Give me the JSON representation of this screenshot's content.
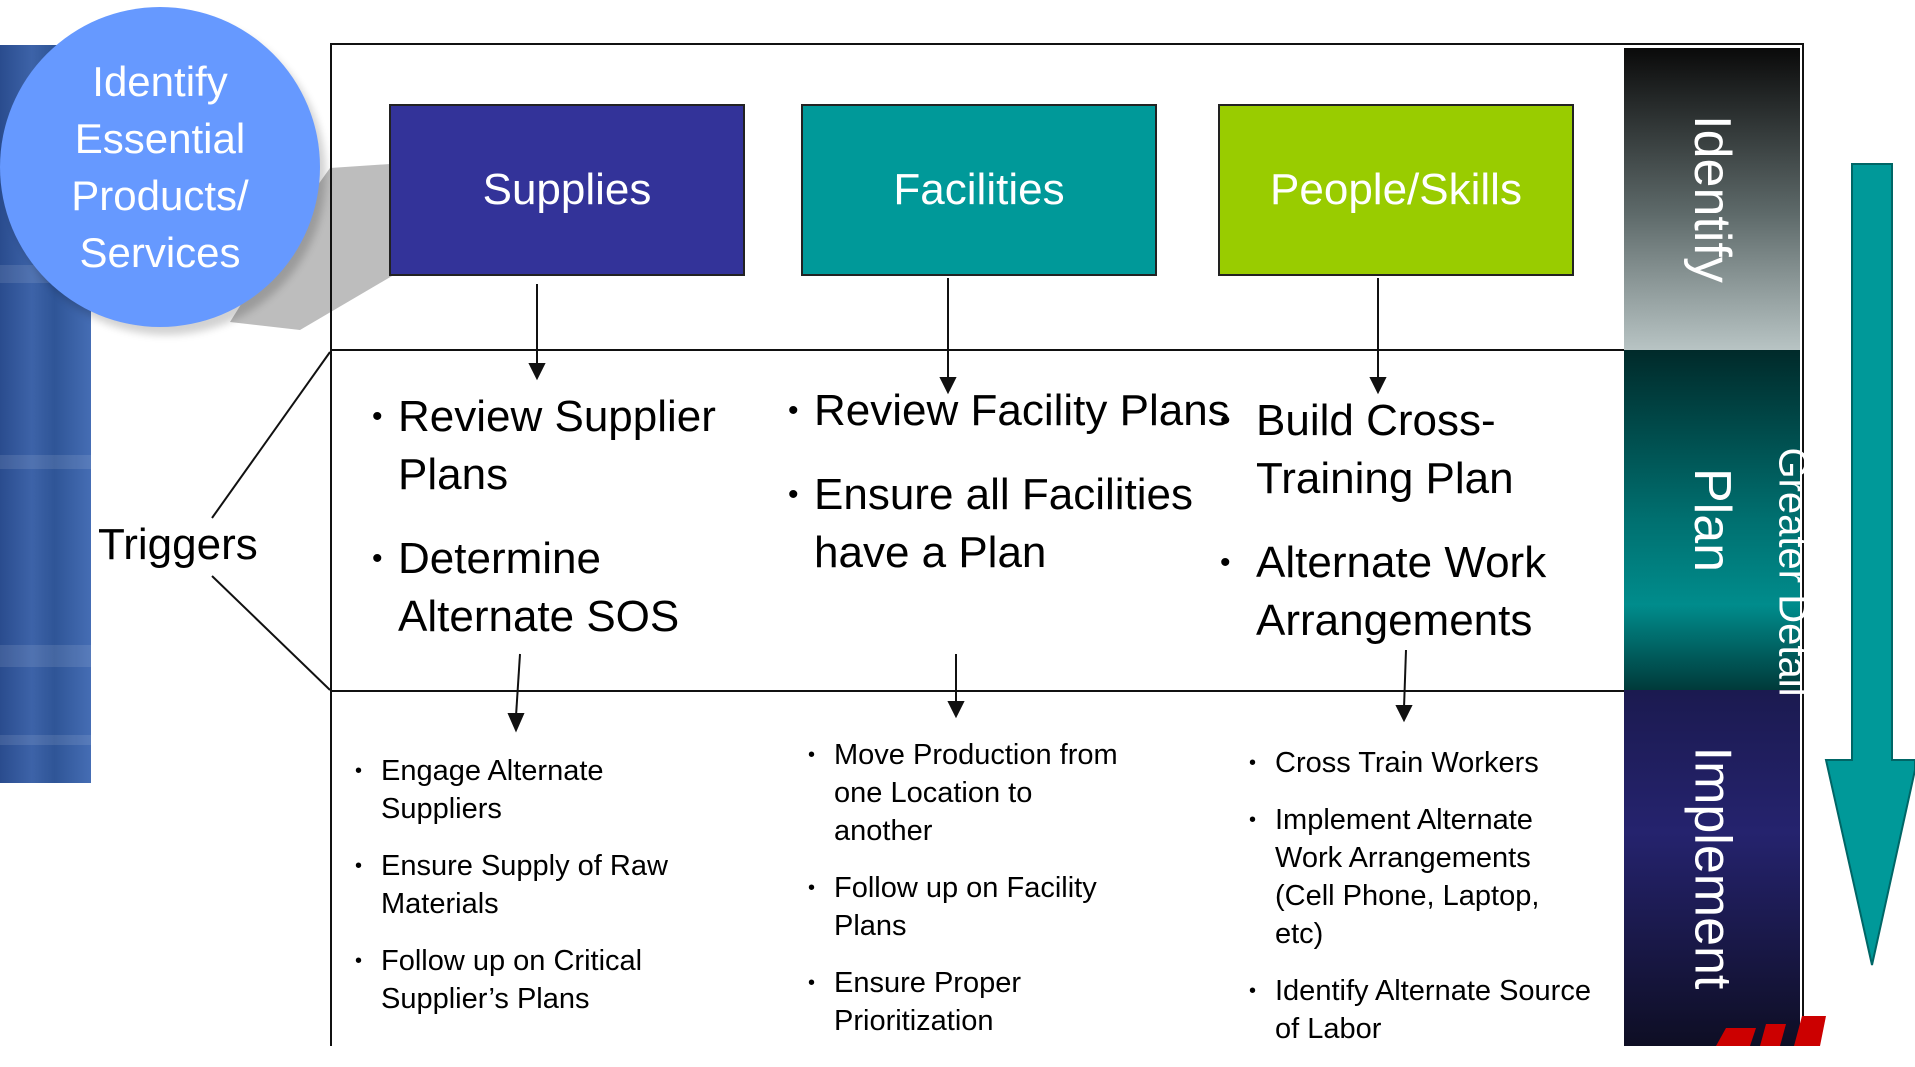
{
  "circle": {
    "text": "Identify Essential Products/ Services",
    "color": "#6699ff"
  },
  "categories": [
    {
      "label": "Supplies",
      "color": "#333399"
    },
    {
      "label": "Facilities",
      "color": "#009999"
    },
    {
      "label": "People/Skills",
      "color": "#99cc00"
    }
  ],
  "triggers_label": "Triggers",
  "plan": {
    "supplies": [
      "Review Supplier Plans",
      "Determine Alternate SOS"
    ],
    "facilities": [
      "Review Facility Plans",
      "Ensure all Facilities have a Plan"
    ],
    "people": [
      "Build Cross-Training Plan",
      "Alternate Work Arrangements"
    ]
  },
  "implement": {
    "supplies": [
      "Engage Alternate Suppliers",
      "Ensure Supply of Raw Materials",
      "Follow up on Critical Supplier’s Plans"
    ],
    "facilities": [
      "Move Production from one Location to another",
      "Follow up on Facility Plans",
      "Ensure Proper Prioritization"
    ],
    "people": [
      "Cross Train Workers",
      "Implement Alternate Work Arrangements (Cell Phone, Laptop, etc)",
      "Identify Alternate Source of Labor"
    ]
  },
  "phases": [
    {
      "label": "Identify",
      "color_top": "#0a0a0a",
      "color_bottom": "#b8c4c4"
    },
    {
      "label": "Plan",
      "color_top": "#002a2a",
      "color_bottom": "#008c8c"
    },
    {
      "label": "Implement",
      "color_top": "#25236e",
      "color_bottom": "#0e0e24"
    }
  ],
  "greater_detail": {
    "label": "Greater Detail",
    "color": "#009999"
  },
  "logo_color": "#cc0000"
}
